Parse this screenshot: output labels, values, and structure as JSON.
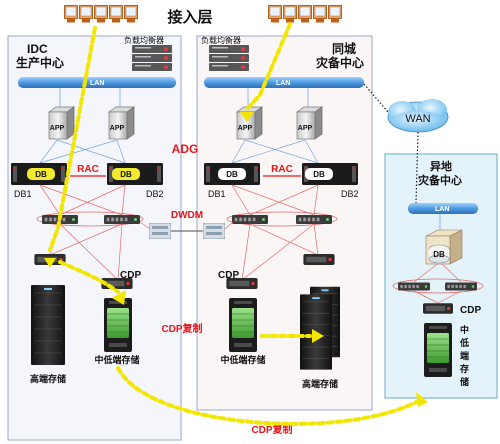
{
  "title": "接入层",
  "zones": {
    "idc": {
      "line1": "IDC",
      "line2": "生产中心"
    },
    "city": {
      "line1": "同城",
      "line2": "灾备中心"
    },
    "remote": {
      "line1": "异地",
      "line2": "灾备中心"
    }
  },
  "labels": {
    "load_balancer": "负载均衡器",
    "lan": "LAN",
    "wan": "WAN",
    "app": "APP",
    "db": "DB",
    "rac": "RAC",
    "adg": "ADG",
    "db1": "DB1",
    "db2": "DB2",
    "dwdm": "DWDM",
    "cdp": "CDP",
    "cdp_replication": "CDP复制",
    "high_end_storage": "高端存储",
    "mid_low_storage": "中低端存储",
    "mid_low_storage_vertical": "中低端存储"
  },
  "colors": {
    "zone_fill": "#f4f6fb",
    "zone_stroke": "#9aa8c4",
    "remote_fill": "#e4f3f9",
    "remote_stroke": "#6aa7c8",
    "lan_bar": "#4f9be0",
    "replication_arrow": "#f2e600",
    "red_text": "#e8161b",
    "db_highlight": "#f3ea2e",
    "link_red": "#e46b6b",
    "link_blue": "#7aa6d6"
  }
}
